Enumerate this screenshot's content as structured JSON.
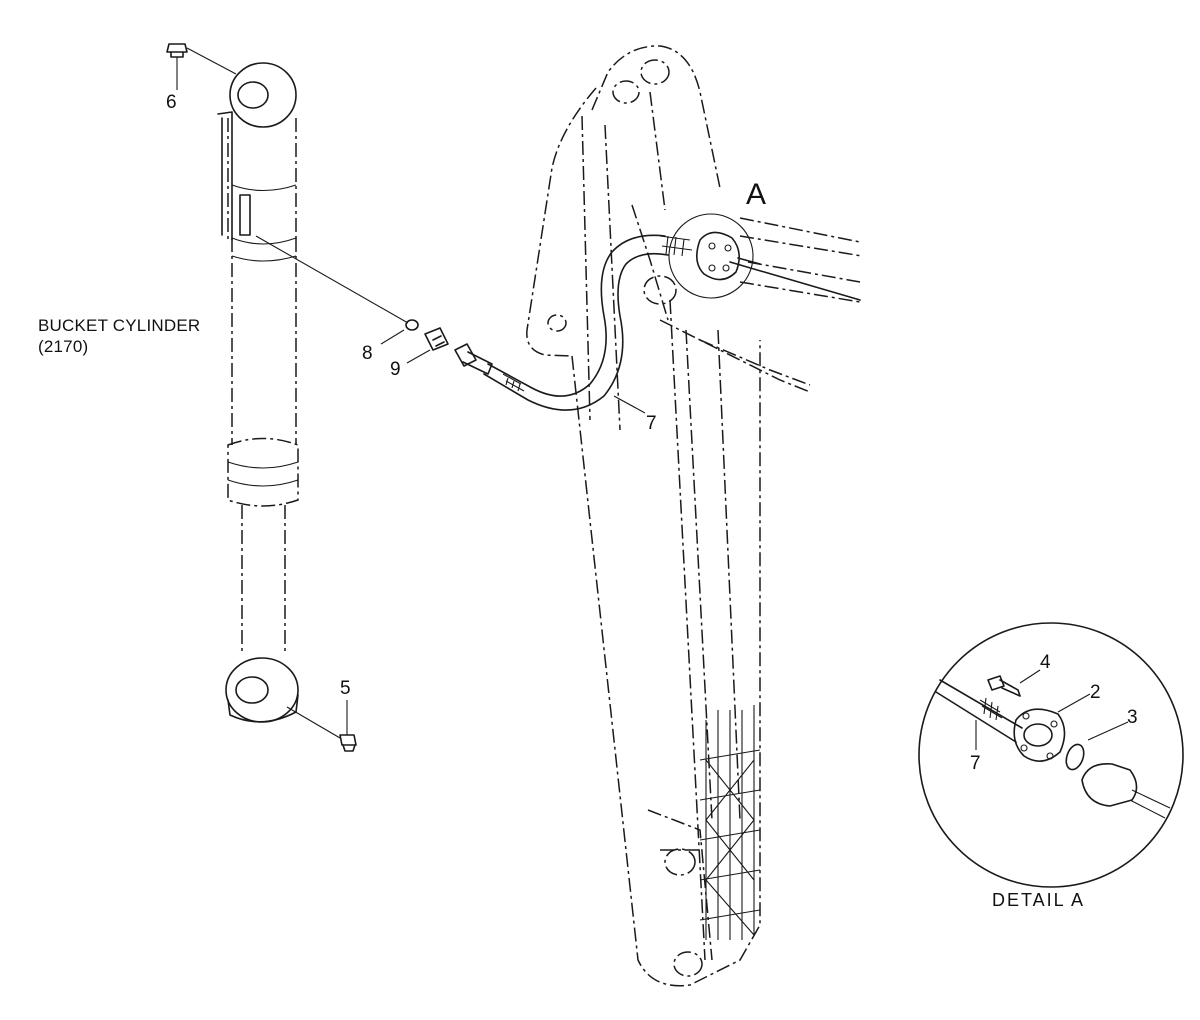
{
  "diagram": {
    "cylinder_title_line1": "BUCKET CYLINDER",
    "cylinder_title_line2": "(2170)",
    "detail_callout": "A",
    "detail_caption": "DETAIL  A",
    "callouts": {
      "c2": "2",
      "c3": "3",
      "c4": "4",
      "c5": "5",
      "c6": "6",
      "c7_main": "7",
      "c7_detail": "7",
      "c8": "8",
      "c9": "9"
    }
  }
}
